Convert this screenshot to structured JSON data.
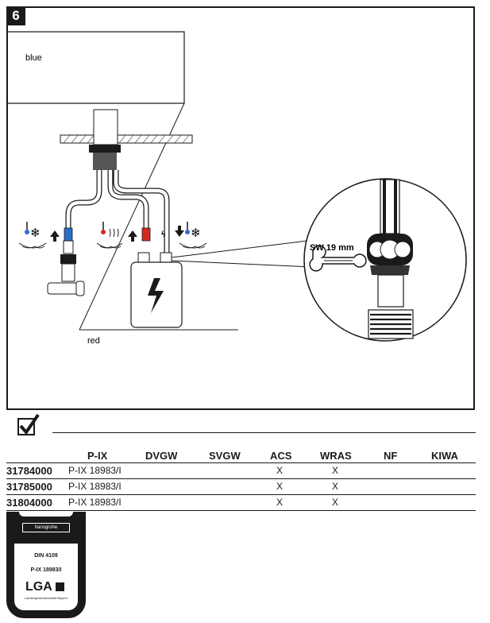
{
  "step_number": "6",
  "diagram": {
    "label_upper": "blue",
    "label_lower": "red",
    "wrench_label": "SW 19 mm"
  },
  "approvals": {
    "headers": [
      "P-IX",
      "DVGW",
      "SVGW",
      "ACS",
      "WRAS",
      "NF",
      "KIWA"
    ],
    "rows": [
      {
        "article": "31784000",
        "cells": [
          "P-IX 18983/I",
          "",
          "",
          "X",
          "X",
          "",
          ""
        ]
      },
      {
        "article": "31785000",
        "cells": [
          "P-IX 18983/I",
          "",
          "",
          "X",
          "X",
          "",
          ""
        ]
      },
      {
        "article": "31804000",
        "cells": [
          "P-IX 18983/I",
          "",
          "",
          "X",
          "X",
          "",
          ""
        ]
      }
    ]
  },
  "badge": {
    "brand": "hansgrohe",
    "standard": "DIN 4109",
    "approval": "P-IX 18983/I",
    "lga": "LGA",
    "lga_sub": "Landesgewerbeanstalt Bayern"
  },
  "colors": {
    "ink": "#1a1a1a",
    "cold": "#2a6fc9",
    "hot": "#d42a20"
  }
}
